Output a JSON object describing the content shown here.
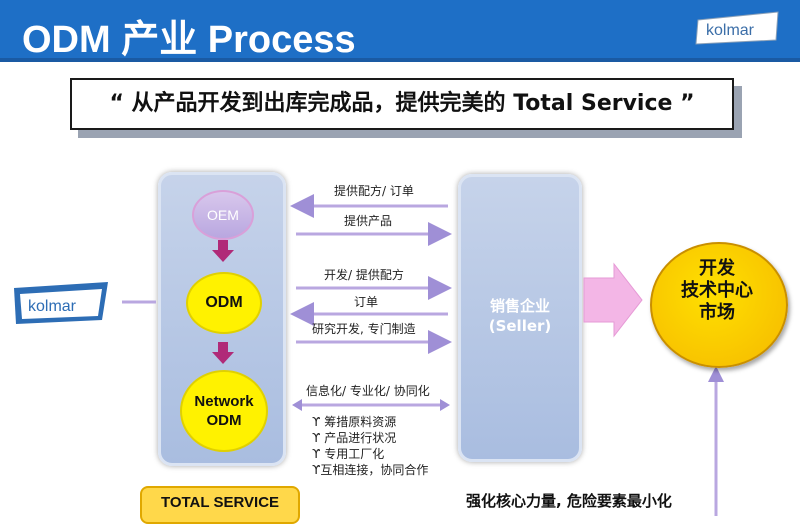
{
  "header": {
    "title": "ODM 产业 Process",
    "logo": "kolmar"
  },
  "tagline": "“ 从产品开发到出库完成品，提供完美的 Total Service ”",
  "left_stack": {
    "oem": "OEM",
    "odm": "ODM",
    "network_line1": "Network",
    "network_line2": "ODM"
  },
  "seller": {
    "line1": "销售企业",
    "line2": "(Seller)"
  },
  "market": {
    "line1": "开发",
    "line2": "技术中心",
    "line3": "市场"
  },
  "arrows": {
    "a1": "提供配方/ 订单",
    "a2": "提供产品",
    "a3": "开发/ 提供配方",
    "a4": "订单",
    "a5": "研究开发, 专门制造",
    "a6": "信息化/ 专业化/ 协同化"
  },
  "bullets": [
    "ϒ 筹措原料资源",
    "ϒ 产品进行状况",
    "ϒ 专用工厂化",
    "ϒ互相连接，协同合作"
  ],
  "left_logo": "kolmar",
  "total_service": "TOTAL SERVICE",
  "bottom_text": "强化核心力量, 危险要素最小化",
  "colors": {
    "header_blue": "#1e6fc6",
    "yellow": "#fff200",
    "panel": "#b4c6e6",
    "arrow": "#b9a7e0",
    "pink_arrow": "#f3b6e6"
  }
}
